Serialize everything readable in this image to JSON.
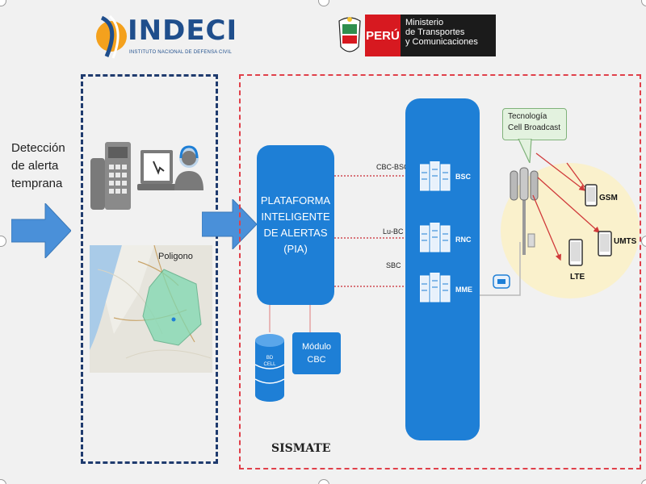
{
  "header": {
    "indeci_logo": "INDECI",
    "indeci_subtitle": "INSTITUTO NACIONAL DE DEFENSA CIVIL",
    "peru_label": "PERÚ",
    "ministerio_lines": [
      "Ministerio",
      "de Transportes",
      "y Comunicaciones"
    ]
  },
  "detection": {
    "lines": [
      "Detección",
      "de alerta",
      "temprana"
    ]
  },
  "map": {
    "polygon_label": "Poligono"
  },
  "pia": {
    "lines": [
      "PLATAFORMA",
      "INTELIGENTE",
      "DE ALERTAS",
      "(PIA)"
    ]
  },
  "database": {
    "lines": [
      "BD",
      "CELL"
    ]
  },
  "cbc_module": {
    "lines": [
      "Módulo",
      "CBC"
    ]
  },
  "links": [
    "CBC-BSC",
    "Lu-BC",
    "SBC"
  ],
  "nodes": [
    "BSC",
    "RNC",
    "MME"
  ],
  "callout": {
    "lines": [
      "Tecnología",
      "Cell Broadcast"
    ]
  },
  "technologies": [
    "GSM",
    "UMTS",
    "LTE"
  ],
  "sismate_label": "SISMATE",
  "colors": {
    "primary_blue": "#1e7fd6",
    "arrow_blue": "#4a90d9",
    "indeci_navy": "#1f3b6e",
    "sismate_red": "#e0404a",
    "peru_red": "#d71920",
    "coverage_yellow": "#fbf1c8",
    "callout_green": "#e3f2df"
  },
  "icons": [
    "desk-phone-icon",
    "laptop-operator-icon",
    "database-icon",
    "server-icon",
    "cell-tower-icon",
    "phone-icon",
    "network-card-icon"
  ]
}
